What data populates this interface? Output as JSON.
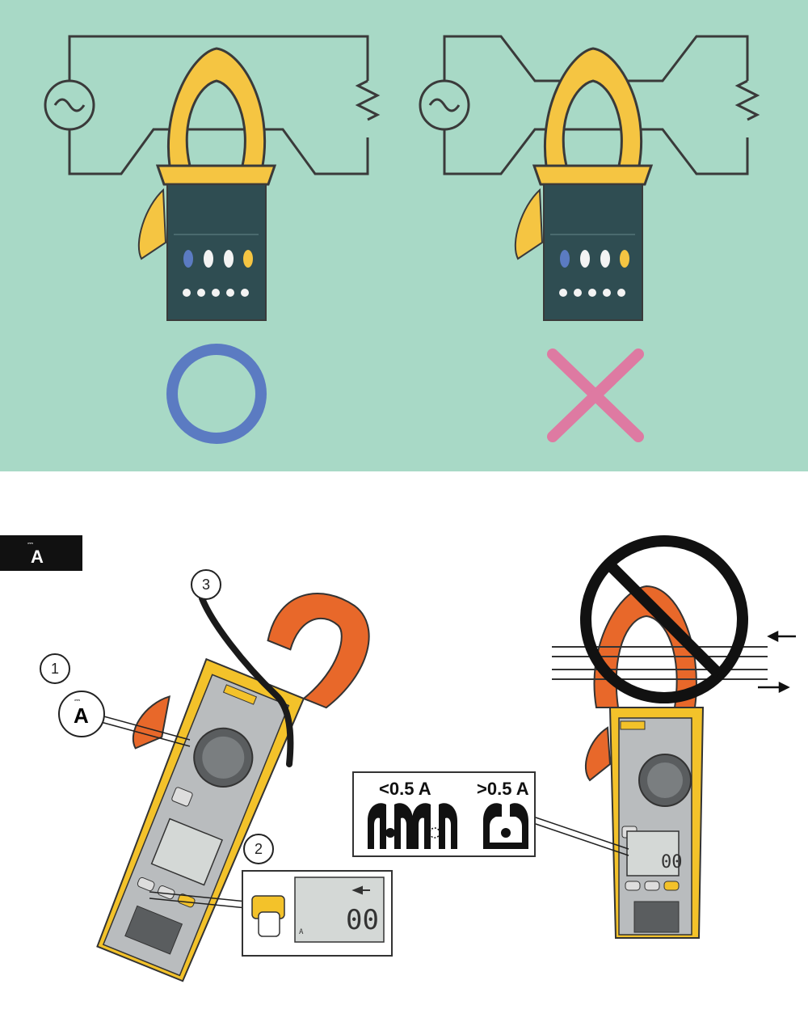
{
  "mode_badge": {
    "symbol": "⎓",
    "label": "A"
  },
  "callouts": [
    "1",
    "2",
    "3"
  ],
  "callout_dial_symbol": "⎓",
  "callout_dial_label": "A",
  "threshold_low": "<0.5 A",
  "threshold_high": ">0.5 A",
  "display_reading": "00",
  "display_unit": "A",
  "colors": {
    "top_background": "#a8d9c6",
    "correct_mark": "#5b7bc2",
    "wrong_mark": "#de7aa2",
    "jaw_top": "#f5c542",
    "jaw_bottom": "#e8682a",
    "body_teal": "#2f4d52",
    "body_yellow": "#f3c22a"
  },
  "marks": [
    "correct-circle-icon",
    "wrong-cross-icon",
    "prohibited-icon"
  ]
}
